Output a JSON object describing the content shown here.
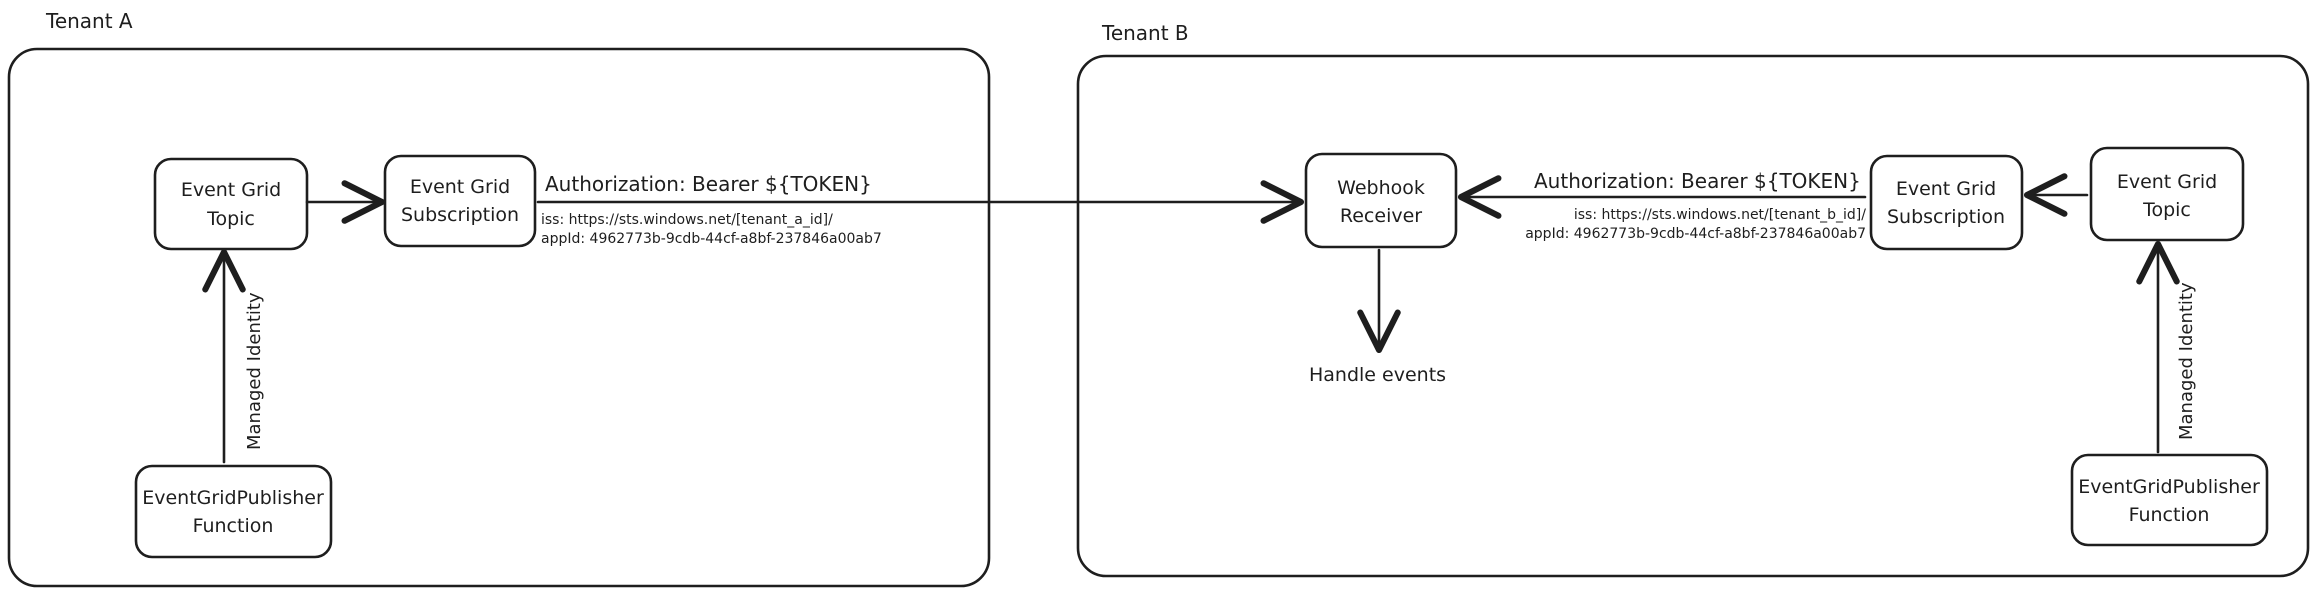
{
  "diagram": {
    "tenant_a": {
      "label": "Tenant A",
      "topic": {
        "line1": "Event Grid",
        "line2": "Topic"
      },
      "subscription": {
        "line1": "Event Grid",
        "line2": "Subscription"
      },
      "publisher": {
        "line1": "EventGridPublisher",
        "line2": "Function"
      },
      "managed_identity_label": "Managed Identity",
      "auth_header": "Authorization: Bearer ${TOKEN}",
      "iss_line": "iss: https://sts.windows.net/[tenant_a_id]/",
      "appid_line": "appId: 4962773b-9cdb-44cf-a8bf-237846a00ab7"
    },
    "tenant_b": {
      "label": "Tenant B",
      "webhook": {
        "line1": "Webhook",
        "line2": "Receiver"
      },
      "subscription": {
        "line1": "Event Grid",
        "line2": "Subscription"
      },
      "topic": {
        "line1": "Event Grid",
        "line2": "Topic"
      },
      "publisher": {
        "line1": "EventGridPublisher",
        "line2": "Function"
      },
      "managed_identity_label": "Managed Identity",
      "auth_header": "Authorization: Bearer ${TOKEN}",
      "iss_line": "iss: https://sts.windows.net/[tenant_b_id]/",
      "appid_line": "appId: 4962773b-9cdb-44cf-a8bf-237846a00ab7",
      "handle_events_label": "Handle events"
    }
  }
}
